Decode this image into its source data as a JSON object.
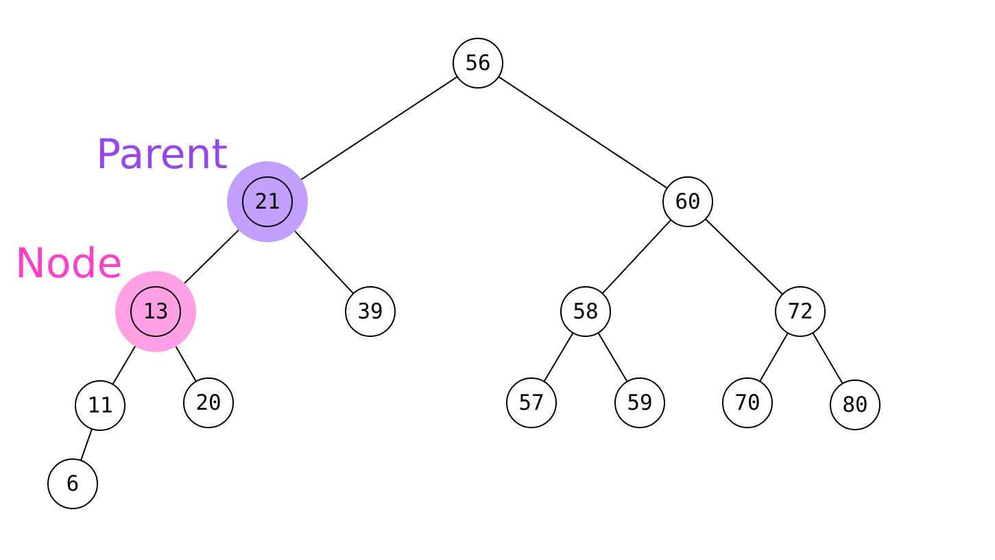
{
  "diagram": {
    "type": "binary-tree",
    "nodes": [
      {
        "id": "n56",
        "label": "56"
      },
      {
        "id": "n21",
        "label": "21",
        "highlight": "parent"
      },
      {
        "id": "n60",
        "label": "60"
      },
      {
        "id": "n13",
        "label": "13",
        "highlight": "node"
      },
      {
        "id": "n39",
        "label": "39"
      },
      {
        "id": "n58",
        "label": "58"
      },
      {
        "id": "n72",
        "label": "72"
      },
      {
        "id": "n11",
        "label": "11"
      },
      {
        "id": "n20",
        "label": "20"
      },
      {
        "id": "n57",
        "label": "57"
      },
      {
        "id": "n59",
        "label": "59"
      },
      {
        "id": "n70",
        "label": "70"
      },
      {
        "id": "n80",
        "label": "80"
      },
      {
        "id": "n6",
        "label": "6"
      }
    ],
    "edges": [
      [
        "n56",
        "n21"
      ],
      [
        "n56",
        "n60"
      ],
      [
        "n21",
        "n13"
      ],
      [
        "n21",
        "n39"
      ],
      [
        "n60",
        "n58"
      ],
      [
        "n60",
        "n72"
      ],
      [
        "n13",
        "n11"
      ],
      [
        "n13",
        "n20"
      ],
      [
        "n58",
        "n57"
      ],
      [
        "n58",
        "n59"
      ],
      [
        "n72",
        "n70"
      ],
      [
        "n72",
        "n80"
      ],
      [
        "n11",
        "n6"
      ]
    ],
    "tags": {
      "parent": {
        "text": "Parent",
        "color": "#9546ec",
        "halo_color": "#c39ffd"
      },
      "node": {
        "text": "Node",
        "color": "#ff3fca",
        "halo_color": "#ff9fe4"
      }
    }
  }
}
